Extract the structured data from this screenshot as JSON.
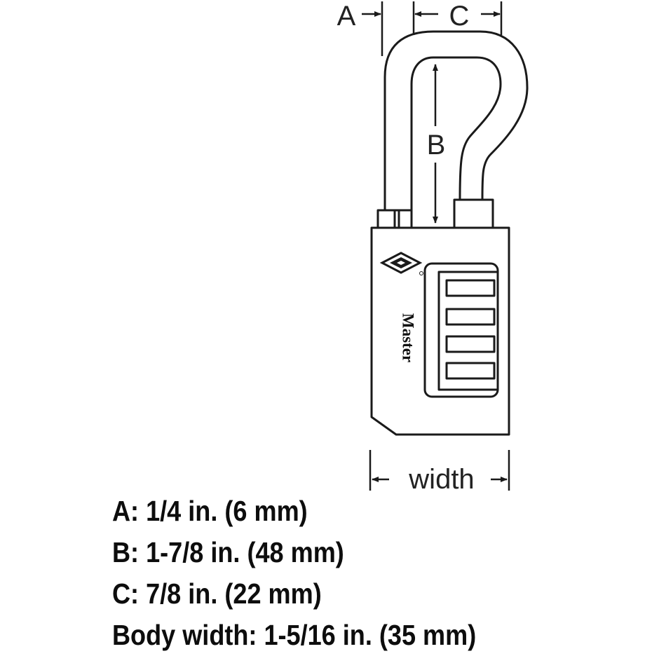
{
  "diagram": {
    "brand": "Master",
    "dimension_labels": {
      "a": "A",
      "b": "B",
      "c": "C",
      "width": "width"
    }
  },
  "specs": [
    "A: 1/4 in. (6 mm)",
    "B: 1-7/8 in. (48 mm)",
    "C: 7/8 in. (22 mm)",
    "Body width: 1-5/16 in. (35 mm)"
  ],
  "colors": {
    "line": "#1a1a1a",
    "text": "#0d0d0d",
    "background": "#ffffff"
  }
}
